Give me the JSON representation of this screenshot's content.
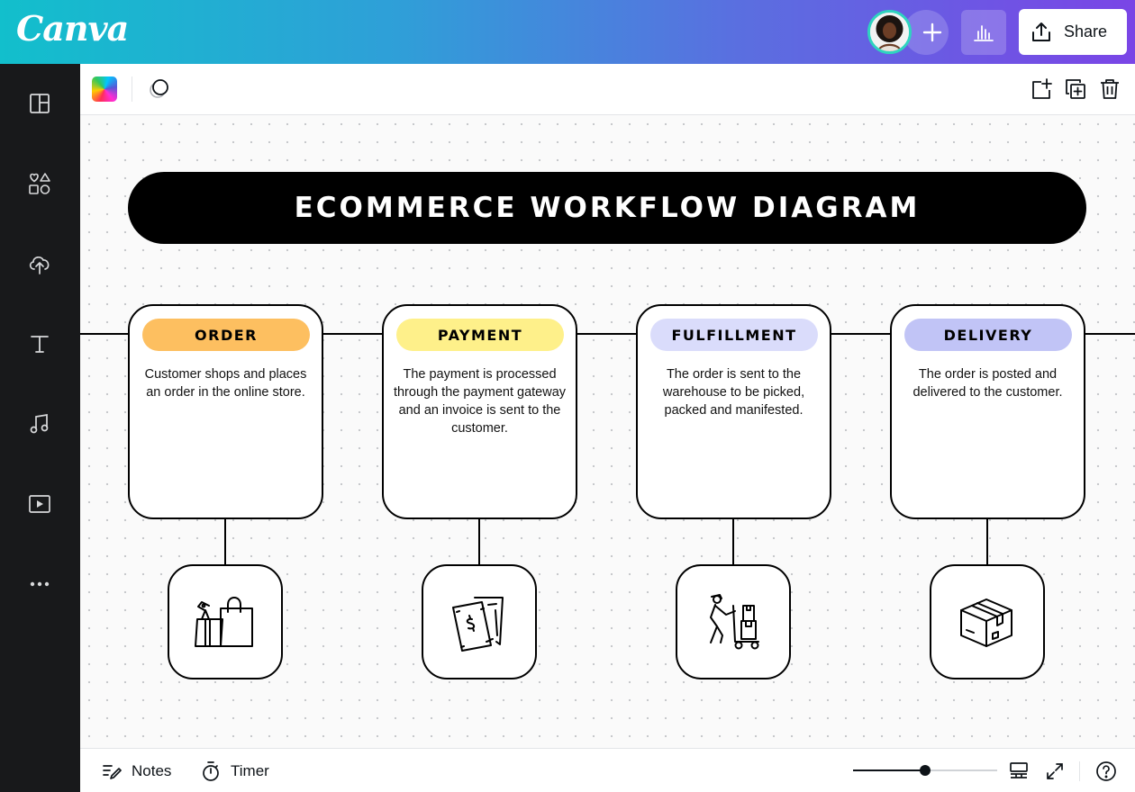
{
  "app": {
    "logo_text": "Canva"
  },
  "header": {
    "share_label": "Share",
    "gradient_colors": [
      "#12bfcc",
      "#5a6fe0",
      "#7a45e6"
    ]
  },
  "sidebar": {
    "items": [
      {
        "icon": "layout-panel-icon"
      },
      {
        "icon": "elements-shapes-icon"
      },
      {
        "icon": "cloud-upload-icon"
      },
      {
        "icon": "text-icon"
      },
      {
        "icon": "music-note-icon"
      },
      {
        "icon": "video-play-icon"
      },
      {
        "icon": "more-dots-icon"
      }
    ]
  },
  "toolbar": {
    "left": [
      "color-swatch-icon",
      "transparency-icon"
    ],
    "right": [
      "add-page-icon",
      "duplicate-page-icon",
      "delete-icon"
    ]
  },
  "canvas": {
    "title": "ECOMMERCE WORKFLOW DIAGRAM",
    "stages": [
      {
        "label": "ORDER",
        "text": "Customer shops and places an order in the online store.",
        "badge_color": "#fdbf60",
        "icon": "shopping-bags-icon"
      },
      {
        "label": "PAYMENT",
        "text": "The payment is processed through the payment gateway and an invoice is sent to the customer.",
        "badge_color": "#fef08a",
        "icon": "money-bills-icon"
      },
      {
        "label": "FULFILLMENT",
        "text": "The order is sent to the warehouse to be picked, packed and manifested.",
        "badge_color": "#dadcfb",
        "icon": "hand-truck-worker-icon"
      },
      {
        "label": "DELIVERY",
        "text": "The order is posted and delivered to the customer.",
        "badge_color": "#c1c4f6",
        "icon": "package-box-icon"
      }
    ]
  },
  "footer": {
    "notes_label": "Notes",
    "timer_label": "Timer",
    "zoom_level": 0.5,
    "icons": [
      "grid-view-icon",
      "fullscreen-icon",
      "help-icon"
    ]
  }
}
